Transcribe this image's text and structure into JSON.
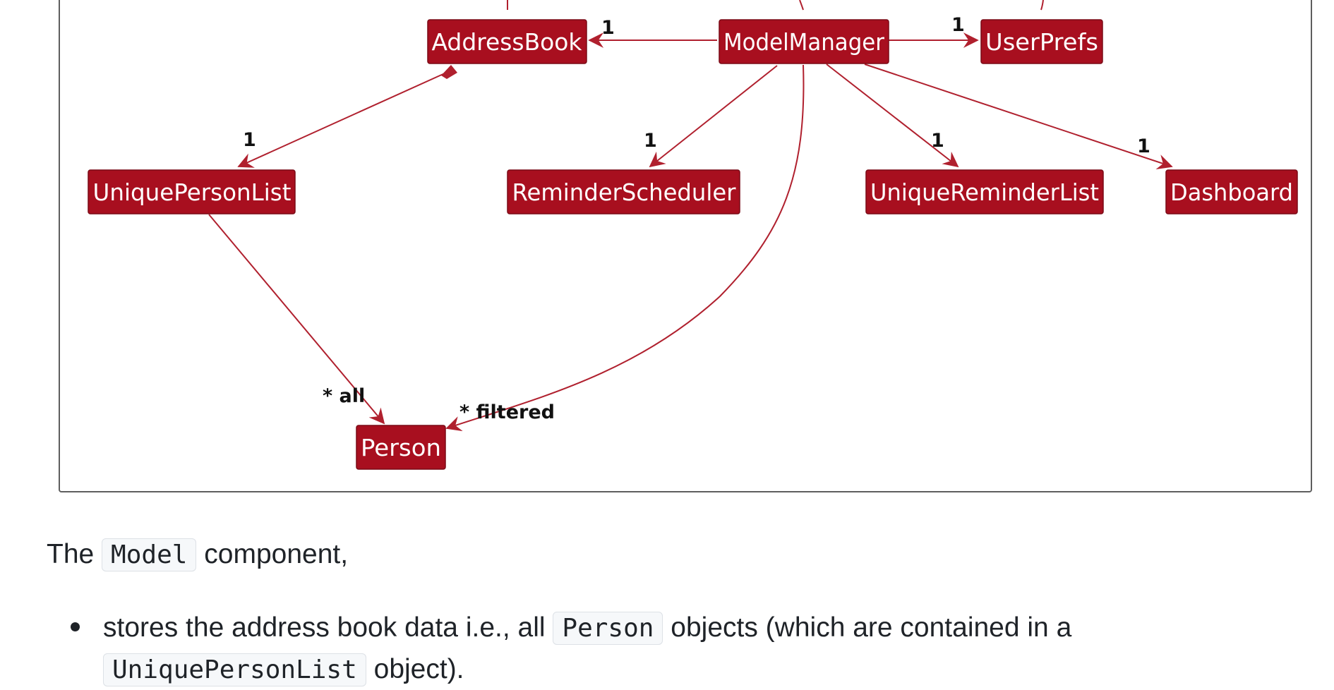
{
  "diagram": {
    "classes": {
      "address_book": "AddressBook",
      "model_manager": "ModelManager",
      "user_prefs": "UserPrefs",
      "unique_person_list": "UniquePersonList",
      "reminder_scheduler": "ReminderScheduler",
      "unique_reminder_list": "UniqueReminderList",
      "dashboard": "Dashboard",
      "person": "Person"
    },
    "multiplicities": {
      "mm_to_addressbook": "1",
      "mm_to_userprefs": "1",
      "ab_to_personlist": "1",
      "mm_to_scheduler": "1",
      "mm_to_reminderlist": "1",
      "mm_to_dashboard": "1",
      "personlist_to_person": "* all",
      "mm_to_person": "* filtered"
    },
    "colors": {
      "class_fill": "#a80f1f",
      "class_text": "#ffffff",
      "edge": "#b0202e"
    }
  },
  "text": {
    "intro": {
      "before": "The",
      "code": "Model",
      "after": "component,"
    },
    "bullet1": {
      "part1": "stores the address book data i.e., all",
      "code1": "Person",
      "part2": "objects (which are contained in a",
      "code2": "UniquePersonList",
      "part3": "object)."
    }
  }
}
